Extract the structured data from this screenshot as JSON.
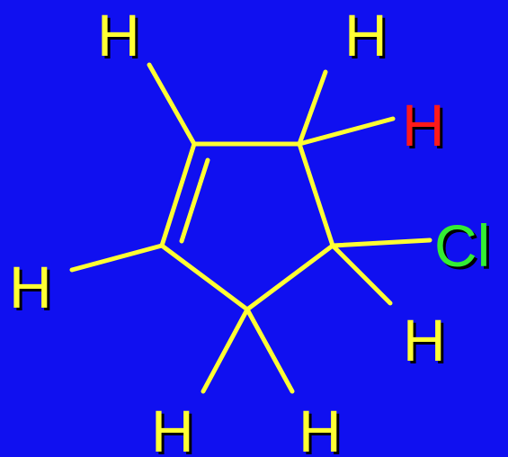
{
  "molecule": {
    "atoms": [
      {
        "id": "h-top-left",
        "label": "H"
      },
      {
        "id": "h-top-right",
        "label": "H"
      },
      {
        "id": "h-highlight",
        "label": "H"
      },
      {
        "id": "cl",
        "label": "Cl"
      },
      {
        "id": "h-left",
        "label": "H"
      },
      {
        "id": "h-right-lower",
        "label": "H"
      },
      {
        "id": "h-bottom-left",
        "label": "H"
      },
      {
        "id": "h-bottom-right",
        "label": "H"
      }
    ]
  },
  "colors": {
    "background": "#1010f0",
    "bond": "#ffff33",
    "hydrogen": "#ffff33",
    "highlight_hydrogen": "#ff1a1a",
    "chlorine": "#33ee33"
  }
}
